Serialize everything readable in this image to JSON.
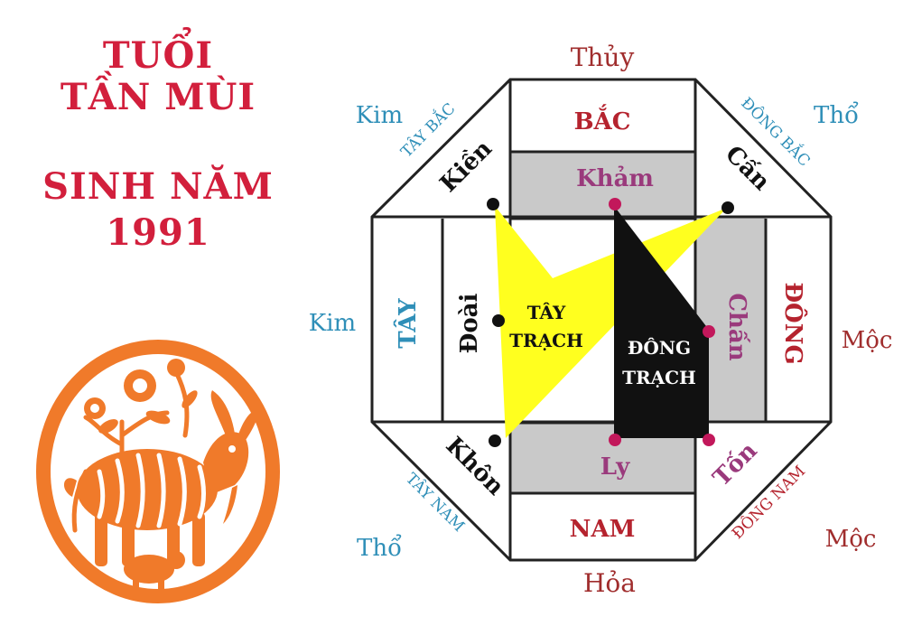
{
  "title": {
    "line1": "TUỔI",
    "line2": "TẦN MÙI",
    "line3": "SINH NĂM",
    "line4": "1991"
  },
  "elements": {
    "top": "Thủy",
    "bottom": "Hỏa",
    "left": "Kim",
    "right": "Mộc",
    "northwest": "Kim",
    "northeast": "Thổ",
    "southwest": "Thổ",
    "southeast": "Mộc"
  },
  "directions": {
    "north": "BẮC",
    "south": "NAM",
    "west": "TÂY",
    "east": "ĐÔNG",
    "northwest": "TÂY BẮC",
    "northeast": "ĐÔNG BẮC",
    "southwest": "TÂY NAM",
    "southeast": "ĐÔNG NAM"
  },
  "trigrams": {
    "kham": "Khảm",
    "ly": "Ly",
    "doai": "Đoài",
    "chan": "Chấn",
    "kien": "Kiền",
    "can": "Cấn",
    "khon": "Khôn",
    "ton": "Tốn"
  },
  "groups": {
    "tay_trach_line1": "TÂY",
    "tay_trach_line2": "TRẠCH",
    "dong_trach_line1": "ĐÔNG",
    "dong_trach_line2": "TRẠCH"
  },
  "colors": {
    "title": "#d21f3c",
    "tay_trach_fill": "#ffff1f",
    "dong_trach_fill": "#111111",
    "direction_red": "#b5232e",
    "element_blue": "#2f8fb8",
    "trigram_purple": "#9a3a7c",
    "goat_orange": "#f07a2a"
  }
}
